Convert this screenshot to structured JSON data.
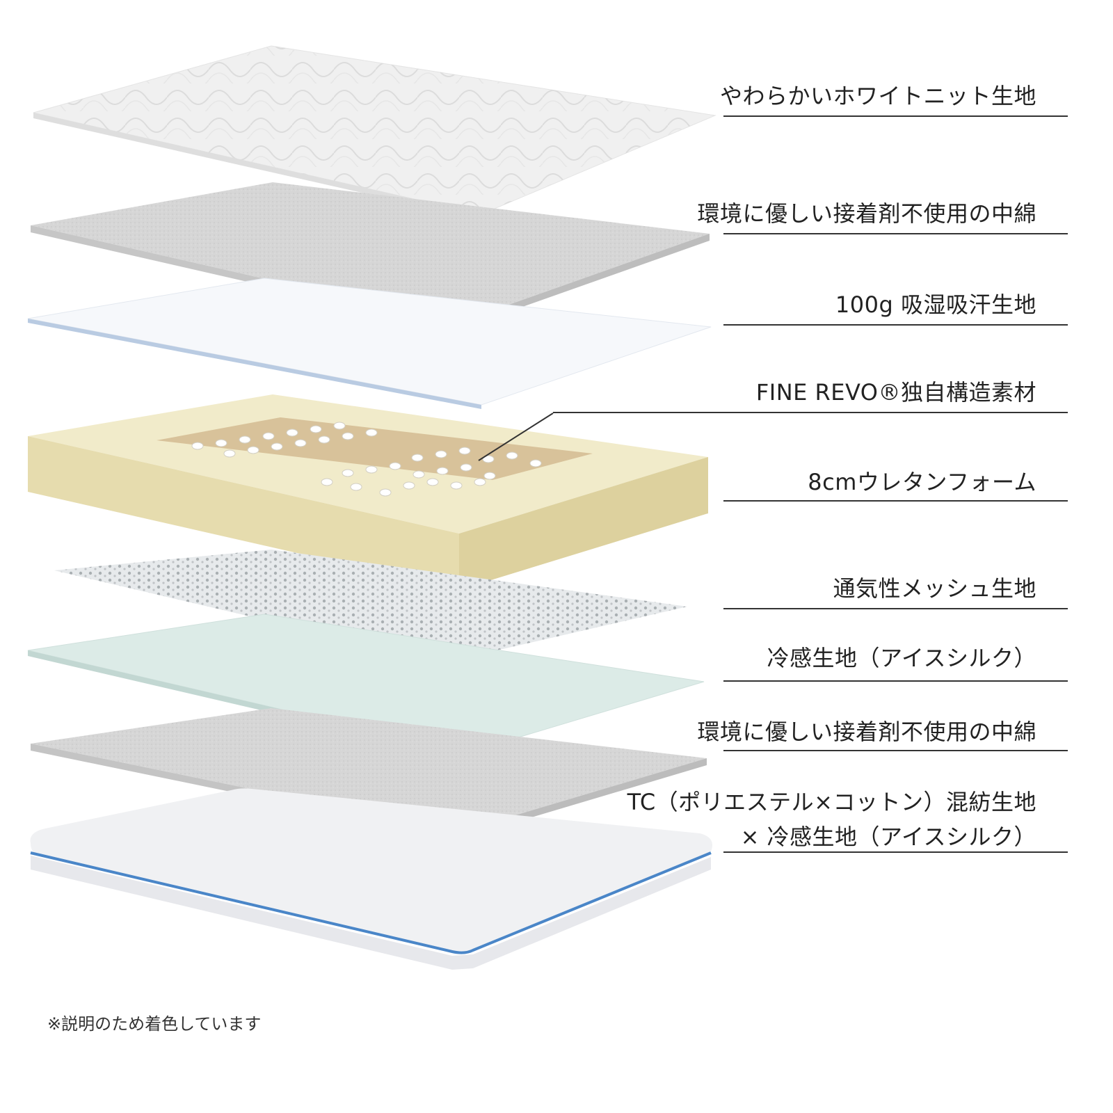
{
  "layers": [
    {
      "label": "やわらかいホワイトニット生地"
    },
    {
      "label": "環境に優しい接着剤不使用の中綿"
    },
    {
      "label": "100g 吸湿吸汗生地"
    },
    {
      "label": "FINE REVO®独自構造素材"
    },
    {
      "label": "8cmウレタンフォーム"
    },
    {
      "label": "通気性メッシュ生地"
    },
    {
      "label": "冷感生地（アイスシルク）"
    },
    {
      "label": "環境に優しい接着剤不使用の中綿"
    },
    {
      "label_line1": "TC（ポリエステル×コットン）混紡生地",
      "label_line2": "× 冷感生地（アイスシルク）"
    }
  ],
  "footnote": "※説明のため着色しています",
  "colors": {
    "knit": "#f2f2f2",
    "batting": "#d6d6d6",
    "absorbent_fabric": "#f4f6fa",
    "foam": "#efe7c4",
    "fine_revo": "#d8c29a",
    "mesh": "#cfd3d6",
    "cool_fabric": "#dfece9",
    "blue_piping": "#4a86c8",
    "leader_line": "#333333"
  }
}
